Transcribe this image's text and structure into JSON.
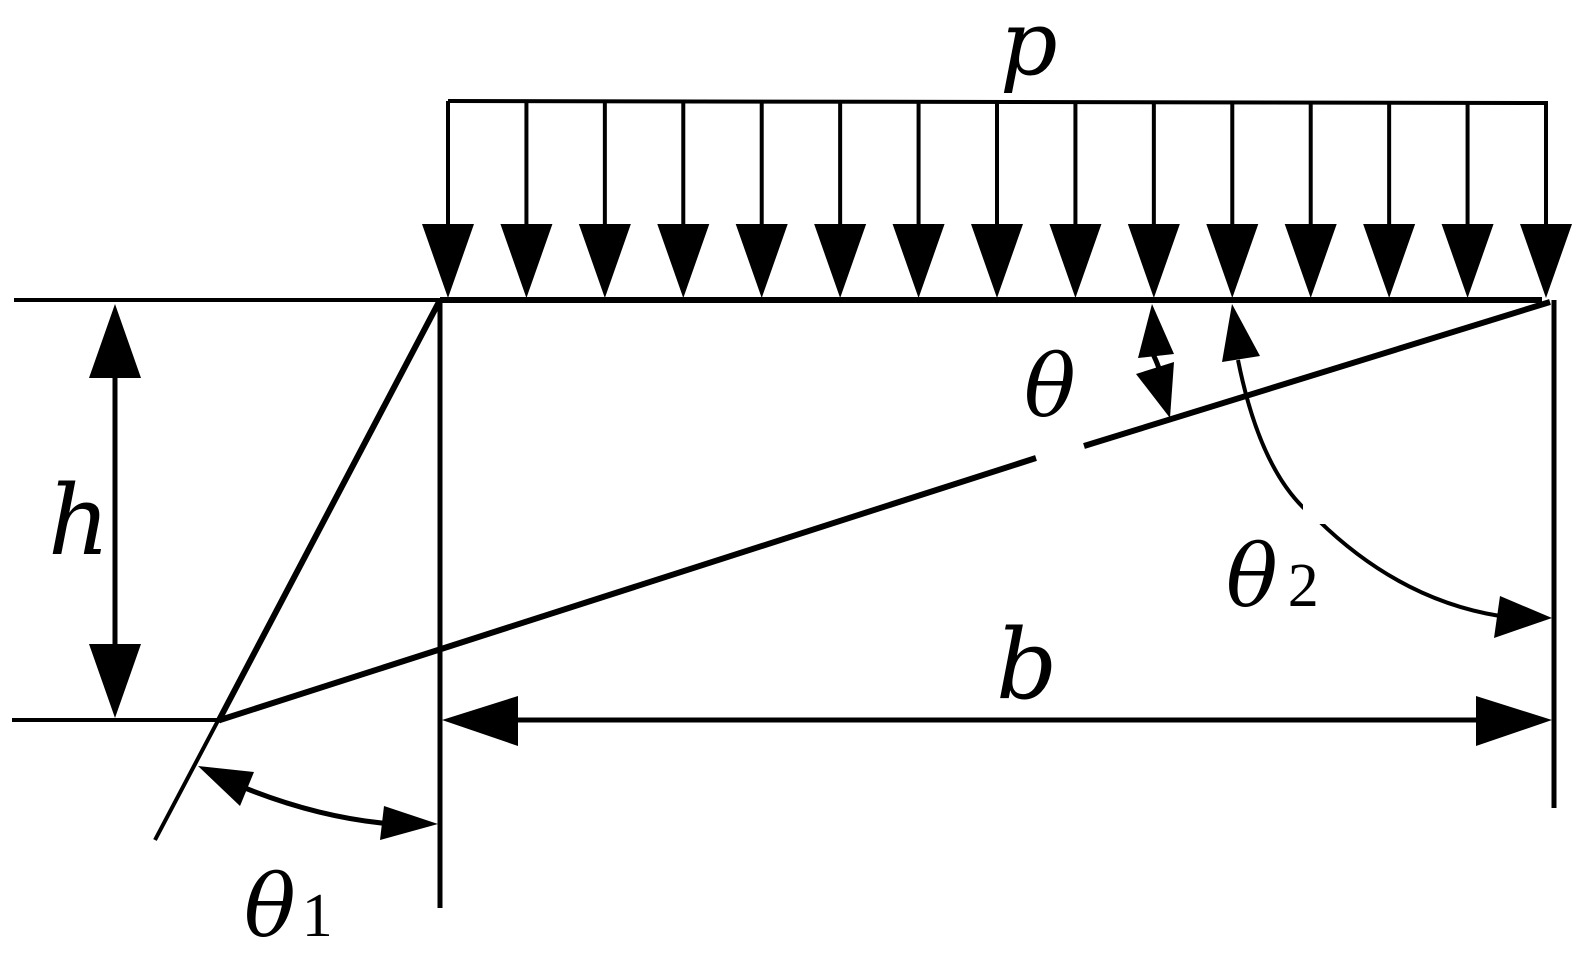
{
  "labels": {
    "load": "p",
    "height": "h",
    "width": "b",
    "theta": "θ",
    "theta1_symbol": "θ",
    "theta1_subscript": "1",
    "theta2_symbol": "θ",
    "theta2_subscript": "2"
  },
  "distributed_load": {
    "arrow_count": 15
  },
  "colors": {
    "stroke": "#000000",
    "background": "#ffffff"
  }
}
